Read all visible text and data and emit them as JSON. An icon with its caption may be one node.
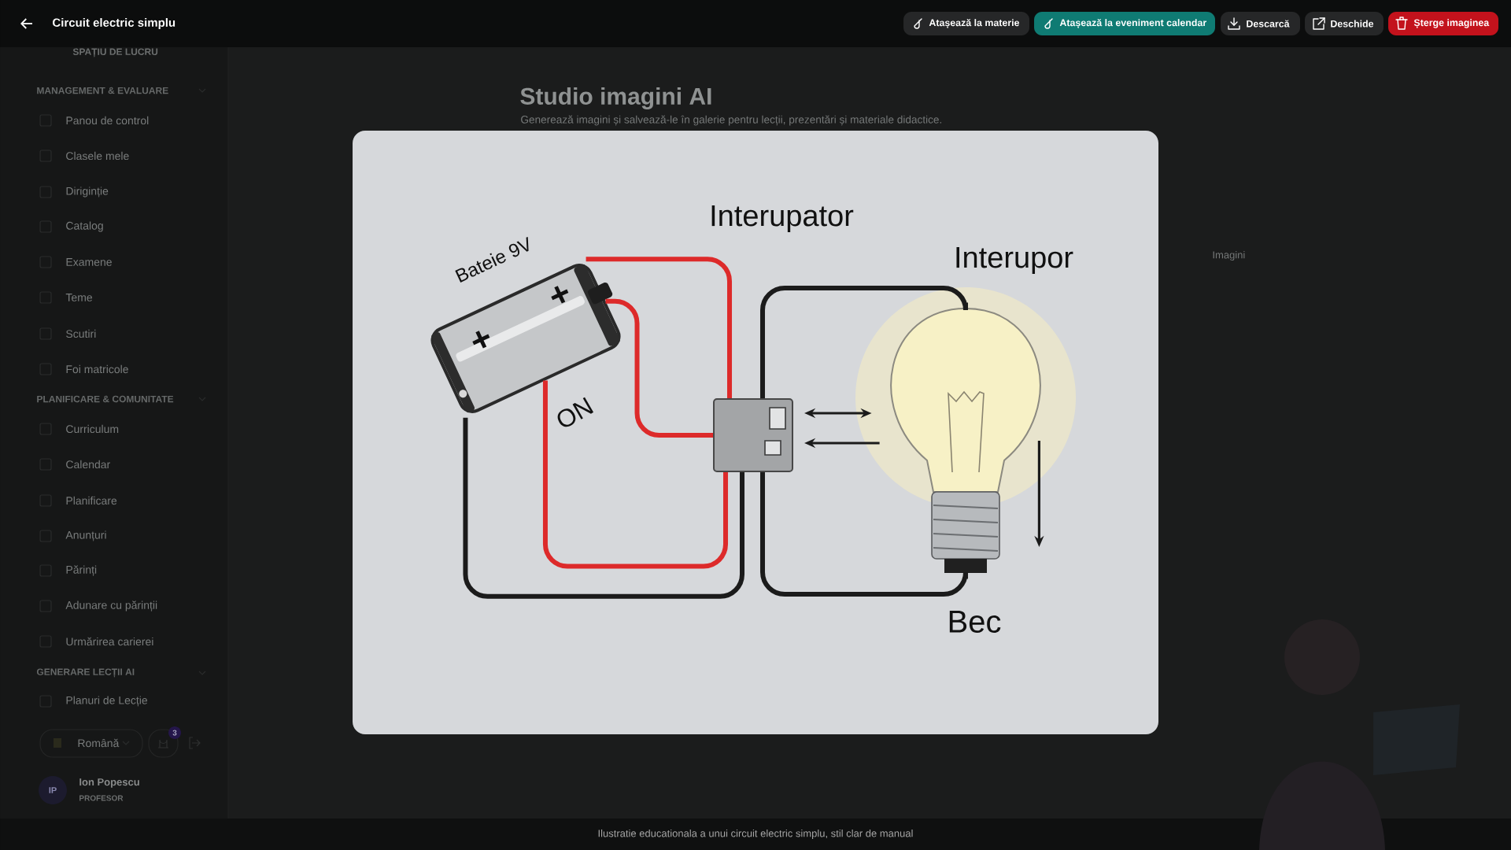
{
  "diagram": {
    "title": "Circuit electric simplu",
    "caption": "Ilustratie educationala a unui circuit electric simplu, stil clar de manual",
    "nodes": [
      {
        "text": [],
        "shape": "picture"
      },
      {
        "text": [],
        "shape": "picture"
      },
      {
        "text": [],
        "shape": "picture"
      }
    ],
    "edges": [
      {
        "from": 0,
        "to": 1,
        "arrow": "none",
        "color": "#dd2a2a"
      },
      {
        "from": 0,
        "to": 1,
        "arrow": "none",
        "color": "#dd2a2a"
      },
      {
        "from": 0,
        "to": 1,
        "arrow": "none",
        "color": "#dd2a2a"
      },
      {
        "from": 0,
        "to": 1,
        "arrow": "none"
      },
      {
        "from": 1,
        "to": 2,
        "arrow": "none"
      },
      {
        "from": 1,
        "to": 2,
        "arrow": "none"
      },
      {
        "from": 2,
        "to": null,
        "arrow": "to"
      },
      {
        "from": 1,
        "to": 2,
        "arrow": "both"
      },
      {
        "from": 2,
        "to": 1,
        "arrow": "to"
      }
    ],
    "labels": [
      "Atașează la materie",
      "Atașează la eveniment calendar",
      "Descarcă",
      "Deschide",
      "Șterge imaginea",
      "SPAȚIU DE LUCRU",
      "MANAGEMENT & EVALUARE",
      "Panou de control",
      "Clasele mele",
      "Diriginție",
      "Catalog",
      "Examene",
      "Teme",
      "Scutiri",
      "Foi matricole",
      "PLANIFICARE & COMUNITATE",
      "Curriculum",
      "Calendar",
      "Planificare",
      "Anunțuri",
      "Părinți",
      "Adunare cu părinții",
      "Urmărirea carierei",
      "GENERARE LECȚII AI",
      "Planuri de Lecție",
      "Română",
      "3",
      "IP",
      "Ion Popescu",
      "PROFESOR",
      "Studio imagini AI",
      "Generează imagini și salvează-le în galerie pentru lecții, prezentări și materiale didactice.",
      "Imagini",
      "Interupator",
      "Bateie 9V",
      "+",
      "+",
      "Interupor",
      "ON",
      "Bec"
    ]
  }
}
